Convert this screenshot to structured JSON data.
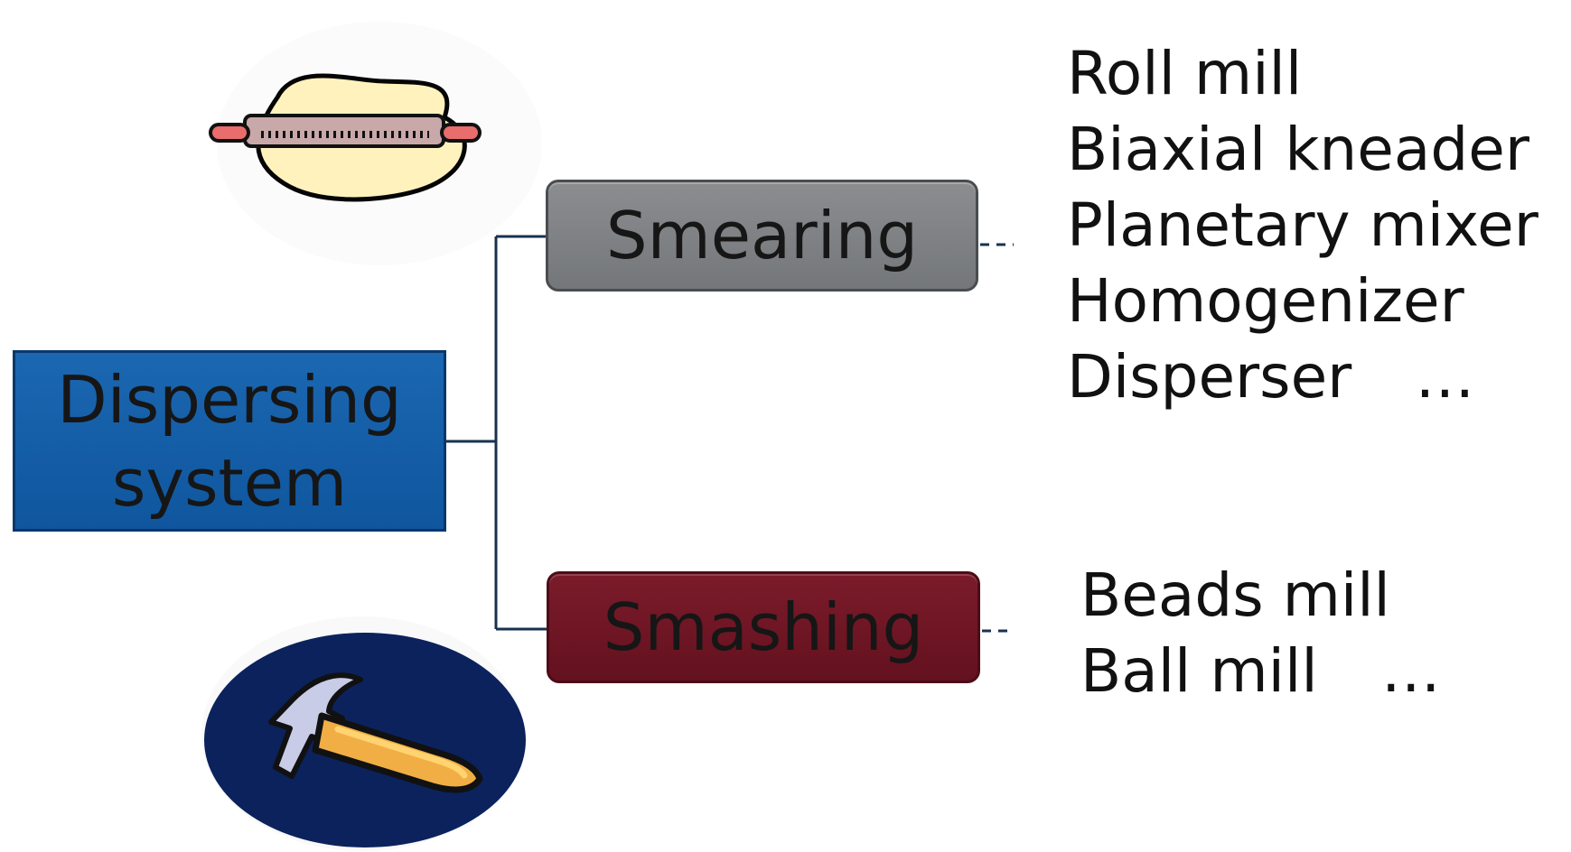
{
  "diagram": {
    "root": {
      "line1": "Dispersing",
      "line2": "system"
    },
    "branches": [
      {
        "label": "Smearing",
        "items": [
          "Roll mill",
          "Biaxial kneader",
          "Planetary mixer",
          "Homogenizer",
          "Disperser"
        ],
        "ellipsis": "…",
        "color": "#7f8285",
        "icon": "rolling-pin-dough-icon"
      },
      {
        "label": "Smashing",
        "items": [
          "Beads mill",
          "Ball mill"
        ],
        "ellipsis": "…",
        "color": "#6f1524",
        "icon": "hammer-icon"
      }
    ],
    "colors": {
      "root": "#125ea6",
      "connector": "#17324f",
      "dough": "#fff2bd",
      "rolling_pin": "#c8a7a8",
      "hammer_background": "#0b225c",
      "hammer_handle": "#f1ae45"
    }
  }
}
